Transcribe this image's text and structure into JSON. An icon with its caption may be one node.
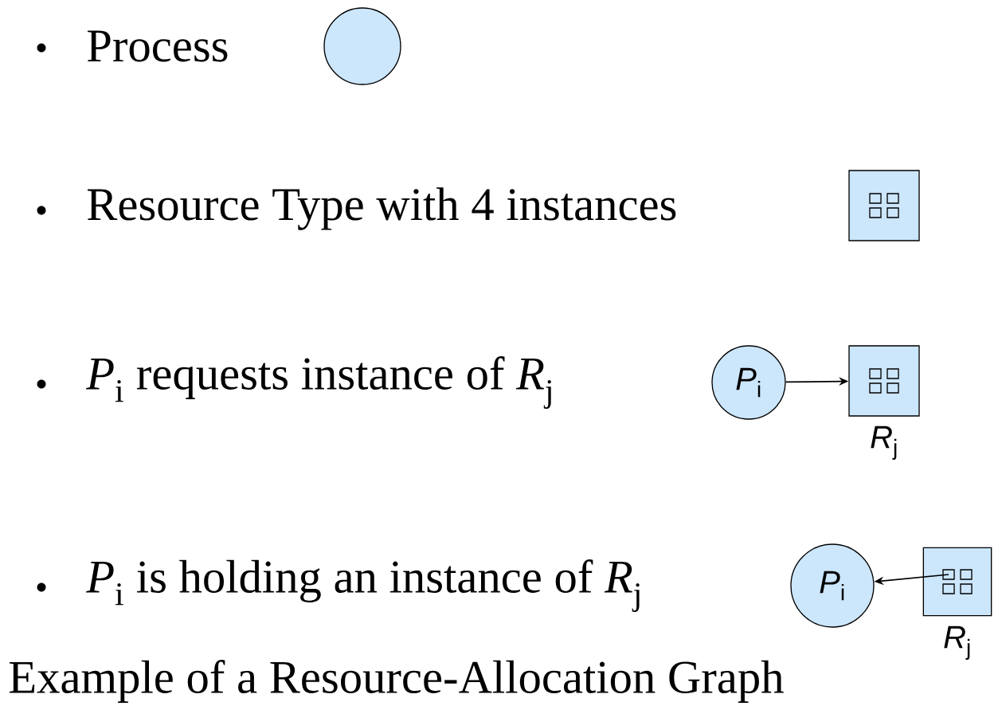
{
  "diagram": {
    "nodes": [
      {
        "text": [],
        "shape": "circle"
      },
      {
        "text": [],
        "shape": "box"
      },
      {
        "text": [
          "*P*$_{i}$"
        ]
      },
      {
        "text": [],
        "shape": "box",
        "beside": [
          "*R*$_{j}$"
        ]
      },
      {
        "text": [
          "*P*$_{i}$"
        ]
      },
      {
        "text": [],
        "shape": "box",
        "beside": [
          "*R*$_{j}$"
        ]
      }
    ],
    "edges": [
      {
        "from": 2,
        "to": 3,
        "arrow": "to"
      },
      {
        "from": 5,
        "to": 4,
        "arrow": "to"
      }
    ],
    "labels": [
      "Process",
      "Resource Type with 4 instances",
      "*P*$_{i}$ requests instance of *R*$_{j}$",
      "*P*$_{i}$ is holding an instance of *R*$_{j}$",
      "Example of a Resource-Allocation Graph"
    ]
  }
}
